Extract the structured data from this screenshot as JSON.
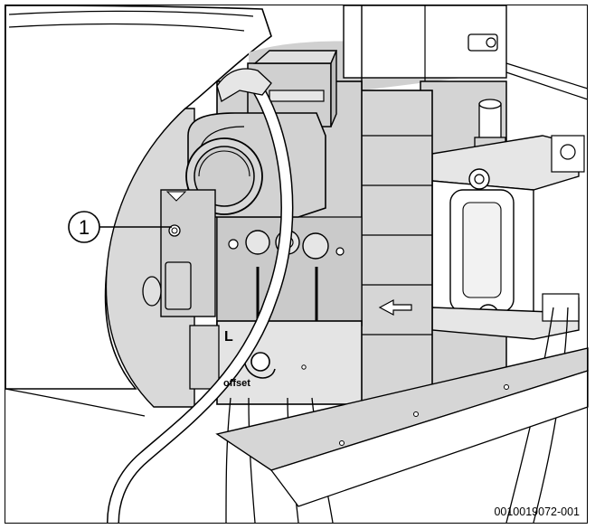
{
  "figure": {
    "callouts": [
      {
        "label": "1"
      }
    ],
    "device_labels": {
      "letter": "L",
      "offset": "offset"
    },
    "image_code": "0010019072-001"
  }
}
